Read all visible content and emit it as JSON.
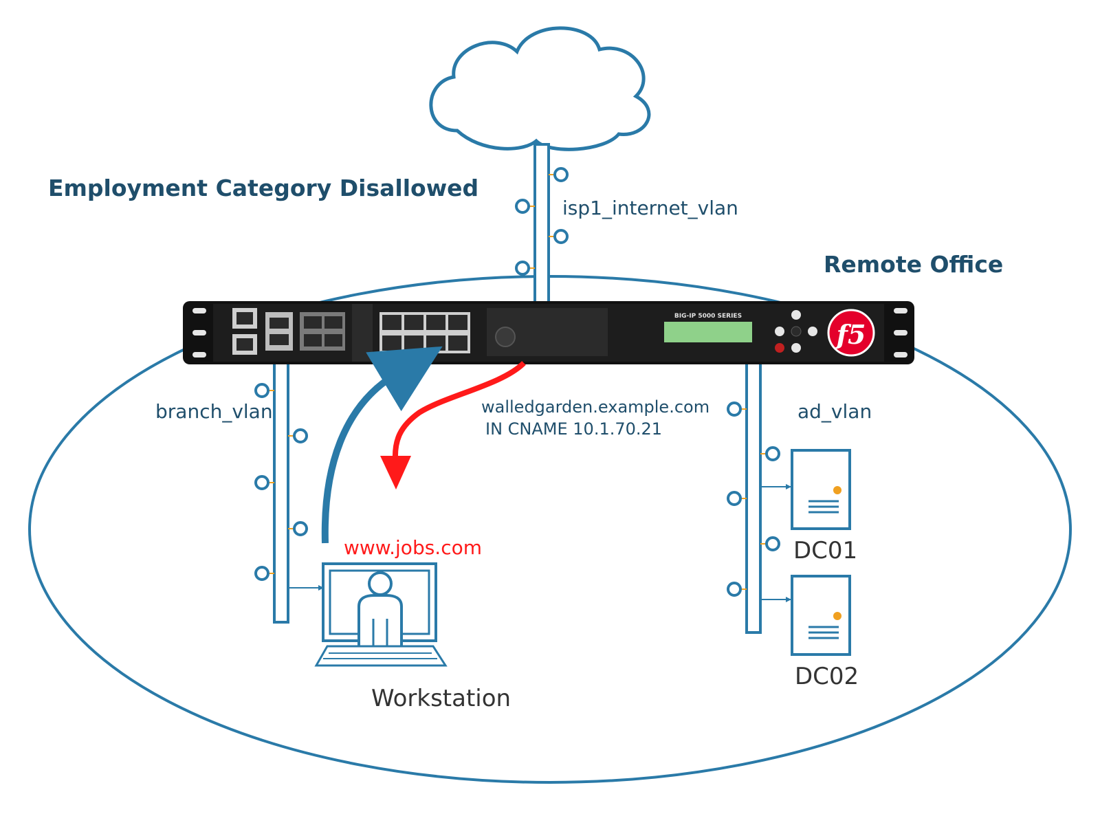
{
  "title": "Employment Category Disallowed",
  "site_label": "Remote Office",
  "vlans": {
    "internet": "isp1_internet_vlan",
    "branch": "branch_vlan",
    "ad": "ad_vlan"
  },
  "dns_response": {
    "line1": "walledgarden.example.com",
    "line2": "IN CNAME 10.1.70.21"
  },
  "request_url": "www.jobs.com",
  "nodes": {
    "workstation": "Workstation",
    "dc01": "DC01",
    "dc02": "DC02"
  },
  "appliance": {
    "model_label": "BIG-IP 5000 SERIES",
    "logo_text": "f5",
    "lcd_lines": [
      "",
      "",
      ""
    ]
  },
  "colors": {
    "network": "#2a7aa8",
    "title": "#1f4e6b",
    "alert": "#ff1a1a",
    "lcd": "#8fd18a",
    "f5_red": "#e4002b"
  },
  "icons": {
    "internet": "cloud-icon",
    "workstation": "user-workstation-icon",
    "server": "server-icon",
    "appliance": "bigip-appliance-icon"
  }
}
